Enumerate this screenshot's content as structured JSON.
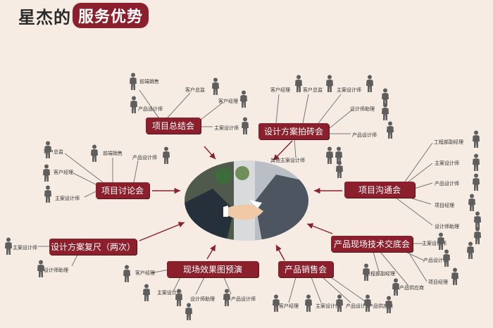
{
  "header": {
    "title_plain": "星杰的",
    "title_highlight": "服务优势"
  },
  "center_image": {
    "description_icon": "handshake-photo"
  },
  "colors": {
    "node": "#8c1f2c",
    "background": "#f6ece4",
    "person": "#5e5e5e"
  },
  "nodes": {
    "summary": "项目总结会",
    "handover": "设计方案拍砖会",
    "discussion": "项目讨论会",
    "communication": "项目沟通会",
    "review": "设计方案复尺（两次）",
    "tech": "产品现场技术交底会",
    "preview": "现场效果图预演",
    "sales": "产品销售会"
  },
  "labels": {
    "sum_presales": "前端销售",
    "sum_director": "客户总监",
    "sum_pd": "产品设计师",
    "sum_cm": "客户经理",
    "sum_chief": "主案设计师",
    "ho_cm": "客户经理",
    "ho_director": "客户总监",
    "ho_chief": "主案设计师",
    "ho_assist": "设计师助理",
    "ho_pd": "产品设计师",
    "ho_other": "其他主案设计师",
    "dis_director": "客户总监",
    "dis_presales": "前端销售",
    "dis_pd": "产品设计师",
    "dis_cm": "客户经理",
    "dis_chief": "主案设计师",
    "com_eng": "工程部副经理",
    "com_chief": "主案设计师",
    "com_pd": "产品设计师",
    "com_pm": "项目经理",
    "com_assist": "设计师助理",
    "rev_chief": "主案设计师",
    "rev_assist": "设计师助理",
    "tech_chief": "主案设计师",
    "tech_pd": "产品设计师",
    "tech_eng": "工程部副经理",
    "tech_supplier": "产品供应商",
    "tech_pm": "项目经理",
    "pre_cm": "客户经理",
    "pre_chief": "主案设计师",
    "pre_assist": "设计师助理",
    "pre_pd": "产品设计师",
    "sal_cm": "客户经理",
    "sal_chief": "主案设计师",
    "sal_pd": "产品设计师",
    "sal_supplier": "产品供应商"
  }
}
